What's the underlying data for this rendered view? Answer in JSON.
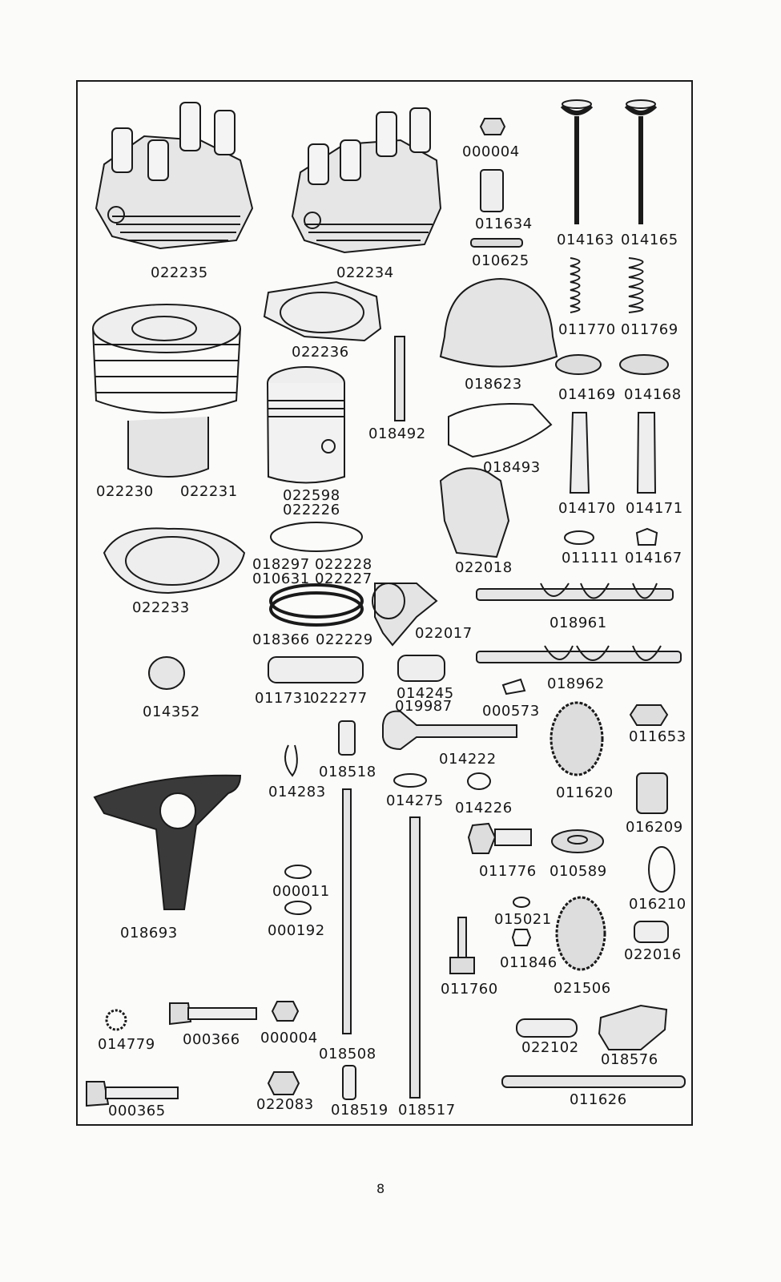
{
  "labels": {
    "cyl_head_a": "022235",
    "cyl_head_b": "022234",
    "nut_top": "000004",
    "bush_top": "011634",
    "stud_top": "010625",
    "valve_a": "014163",
    "valve_b": "014165",
    "gasket_head": "022236",
    "rocker_cover": "018623",
    "spring_a": "011770",
    "spring_b": "011769",
    "collar_a": "014169",
    "collar_b": "014168",
    "bolt_long": "018492",
    "cover_gasket": "018493",
    "barrel_a": "022230",
    "barrel_b": "022231",
    "piston_a": "022598",
    "piston_b": "022226",
    "guide_a": "014170",
    "guide_b": "014171",
    "cam_follower": "022018",
    "clip_small": "011111",
    "cotter": "014167",
    "base_gasket": "022233",
    "ring_a": "018297",
    "ring_b": "022228",
    "ring_c": "010631",
    "ring_d": "022227",
    "camshaft_a": "018961",
    "tappet": "022017",
    "ring_e": "018366",
    "ring_f": "022229",
    "camshaft_b": "018962",
    "bush_left": "014352",
    "gudgeon_a": "011731",
    "gudgeon_b": "022277",
    "bush_mid_a": "014245",
    "bush_mid_b": "019987",
    "woodruff": "000573",
    "nut_right": "011653",
    "pin_small": "018518",
    "spindle": "014222",
    "gear_a": "011620",
    "circlip": "014283",
    "washer_a": "014275",
    "washer_b": "014226",
    "pinion": "016209",
    "plate": "018693",
    "bolt_hex": "011776",
    "washer_c": "010589",
    "washer_d": "000011",
    "washer_e": "000192",
    "small_a": "015021",
    "ring_right": "016210",
    "nut_small": "011846",
    "bush_right": "022016",
    "screw": "011760",
    "gear_b": "021506",
    "star_washer": "014779",
    "bolt_a": "000366",
    "nut_b": "000004",
    "pushrod_a": "018508",
    "tube_a": "022102",
    "rocker": "018576",
    "bolt_b": "000365",
    "nut_c": "022083",
    "pin_b": "018519",
    "pushrod_b": "018517",
    "rod_long": "011626"
  },
  "page_number": "8"
}
